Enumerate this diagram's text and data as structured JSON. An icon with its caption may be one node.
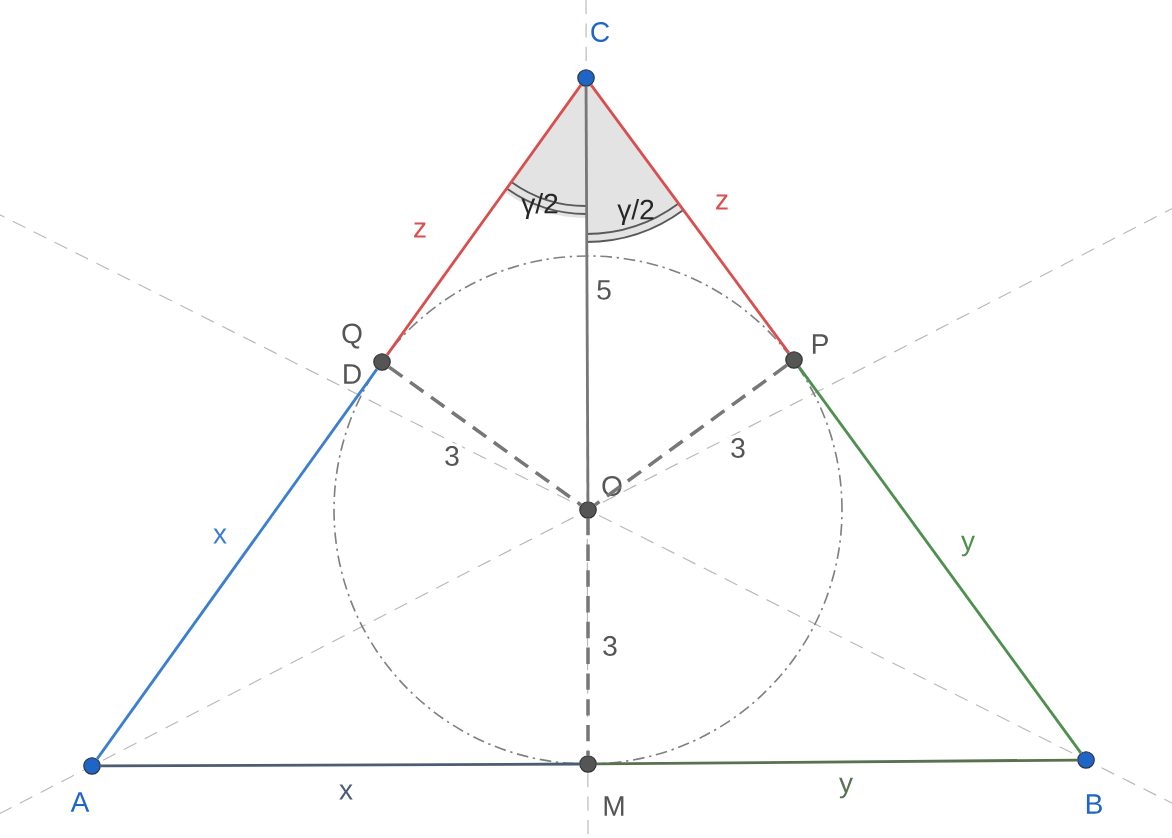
{
  "diagram": {
    "nodes": [
      {
        "text": [
          "A"
        ]
      },
      {
        "text": [
          "B"
        ]
      },
      {
        "text": [
          "C"
        ]
      },
      {
        "text": [
          "Q",
          "D"
        ]
      },
      {
        "text": [
          "P"
        ]
      },
      {
        "text": [
          "O"
        ]
      },
      {
        "text": [
          "M"
        ]
      }
    ],
    "edges": [
      {
        "from": 0,
        "to": 3,
        "arrow": "none",
        "label": "x",
        "color": "#3d7fcf"
      },
      {
        "from": 3,
        "to": 2,
        "arrow": "none",
        "label": "z",
        "color": "#d94f4f"
      },
      {
        "from": 2,
        "to": 4,
        "arrow": "none",
        "label": "z",
        "color": "#d94f4f"
      },
      {
        "from": 4,
        "to": 1,
        "arrow": "none",
        "label": "y",
        "color": "#4f8f4f"
      },
      {
        "from": 0,
        "to": 6,
        "arrow": "none",
        "label": "x",
        "color": "#4a5d73"
      },
      {
        "from": 6,
        "to": 1,
        "arrow": "none",
        "label": "y",
        "color": "#58724f"
      },
      {
        "from": 2,
        "to": 5,
        "arrow": "none",
        "label": "5"
      },
      {
        "from": 3,
        "to": 5,
        "arrow": "none",
        "label": "3",
        "style": "dashed"
      },
      {
        "from": 4,
        "to": 5,
        "arrow": "none",
        "label": "3",
        "style": "dashed"
      },
      {
        "from": 5,
        "to": 6,
        "arrow": "none",
        "label": "3",
        "style": "dashed"
      }
    ],
    "labels": [
      "γ/2",
      "γ/2"
    ]
  }
}
